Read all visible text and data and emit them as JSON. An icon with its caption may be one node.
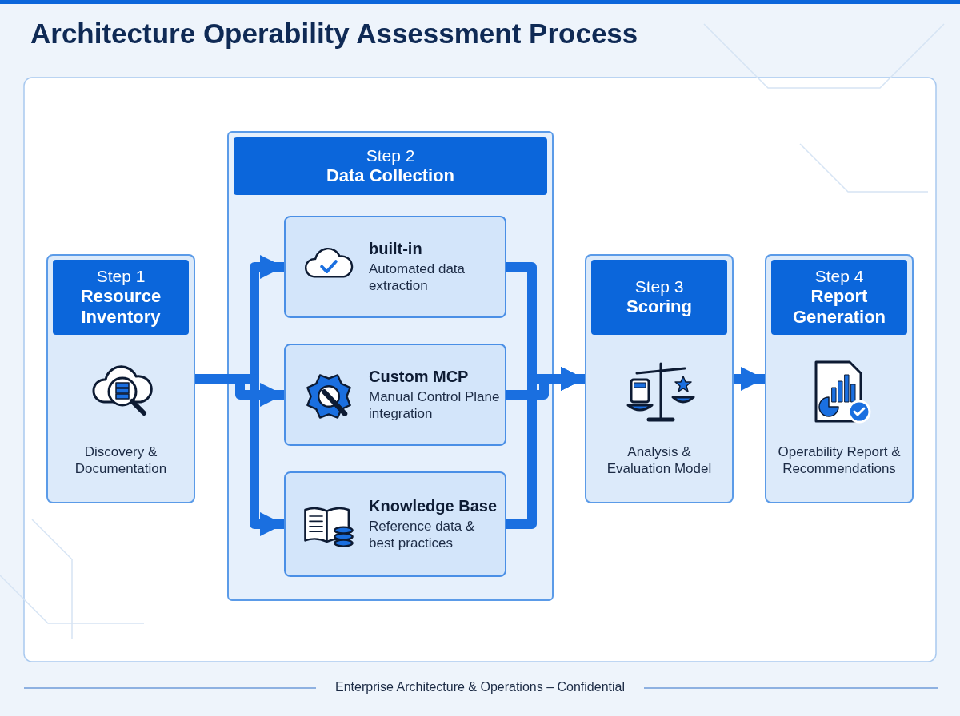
{
  "diagram": {
    "title": "Architecture Operability Assessment Process",
    "caption": "Enterprise Architecture & Operations – Confidential",
    "nodes": [
      {
        "text": [
          "Step 1",
          "Resource Inventory",
          "Discovery & Documentation"
        ]
      },
      {
        "text": [
          "Step 2",
          "Data Collection"
        ]
      },
      {
        "text": [
          "built-in",
          "Automated data extraction"
        ],
        "in": 1
      },
      {
        "text": [
          "Custom MCP",
          "Manual Control Plane integration"
        ],
        "in": 1
      },
      {
        "text": [
          "Knowledge Base",
          "Reference data & best practices"
        ],
        "in": 1
      },
      {
        "text": [
          "Step 3",
          "Scoring",
          "Analysis & Evaluation Model"
        ]
      },
      {
        "text": [
          "Step 4",
          "Report Generation",
          "Operability Report & Recommendations"
        ]
      }
    ],
    "edges": [
      {
        "from": 0,
        "to": 2,
        "arrow": "to"
      },
      {
        "from": 0,
        "to": 3,
        "arrow": "to"
      },
      {
        "from": 0,
        "to": 4,
        "arrow": "to"
      },
      {
        "from": 2,
        "to": 5,
        "arrow": "to"
      },
      {
        "from": 3,
        "to": 5,
        "arrow": "to"
      },
      {
        "from": 4,
        "to": 5,
        "arrow": "to"
      },
      {
        "from": 5,
        "to": 6,
        "arrow": "to"
      }
    ]
  }
}
